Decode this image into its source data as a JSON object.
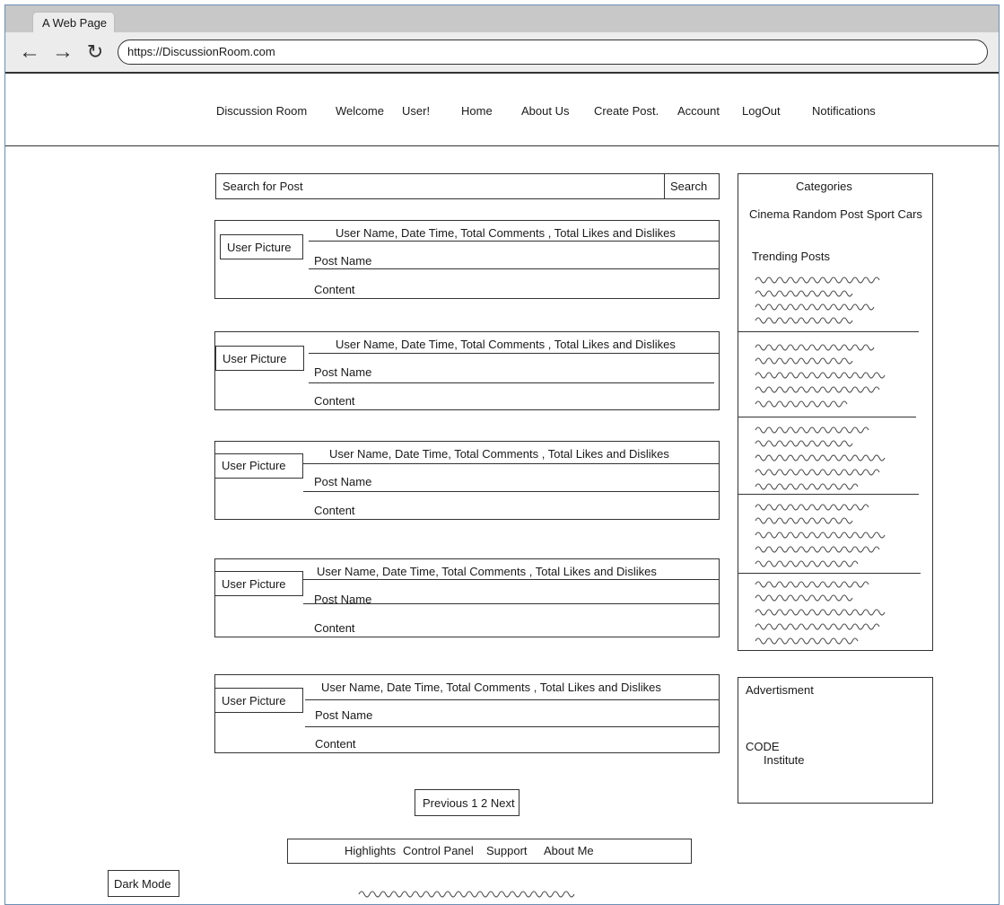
{
  "browser": {
    "tab_title": "A Web Page",
    "url": "https://DiscussionRoom.com"
  },
  "nav": {
    "brand": "Discussion Room",
    "welcome": "Welcome",
    "user": "User!",
    "home": "Home",
    "about_us": "About Us",
    "create_post": "Create Post.",
    "account": "Account",
    "logout": "LogOut",
    "notifications": "Notifications"
  },
  "search": {
    "placeholder": "Search for Post",
    "button": "Search"
  },
  "posts": [
    {
      "picture": "User Picture",
      "meta": "User Name, Date Time, Total Comments , Total Likes and Dislikes",
      "name": "Post Name",
      "content": "Content"
    },
    {
      "picture": "User Picture",
      "meta": "User Name, Date Time, Total Comments , Total Likes and Dislikes",
      "name": "Post Name",
      "content": "Content"
    },
    {
      "picture": "User Picture",
      "meta": "User Name, Date Time, Total Comments , Total Likes and Dislikes",
      "name": "Post Name",
      "content": "Content"
    },
    {
      "picture": "User Picture",
      "meta": "User Name, Date Time, Total Comments , Total Likes and Dislikes",
      "name": "Post Name",
      "content": "Content"
    },
    {
      "picture": "User Picture",
      "meta": "User Name, Date Time, Total Comments , Total Likes and Dislikes",
      "name": "Post Name",
      "content": "Content"
    }
  ],
  "pagination": "Previous 1 2 Next",
  "sidebar": {
    "categories_title": "Categories",
    "categories": "Cinema  Random Post Sport Cars",
    "trending_title": "Trending Posts"
  },
  "ad": {
    "title": "Advertisment",
    "line1": "CODE",
    "line2": "Institute"
  },
  "footer": {
    "highlights": "Highlights",
    "control_panel": "Control Panel",
    "support": "Support",
    "about_me": "About Me"
  },
  "dark_mode": "Dark Mode"
}
